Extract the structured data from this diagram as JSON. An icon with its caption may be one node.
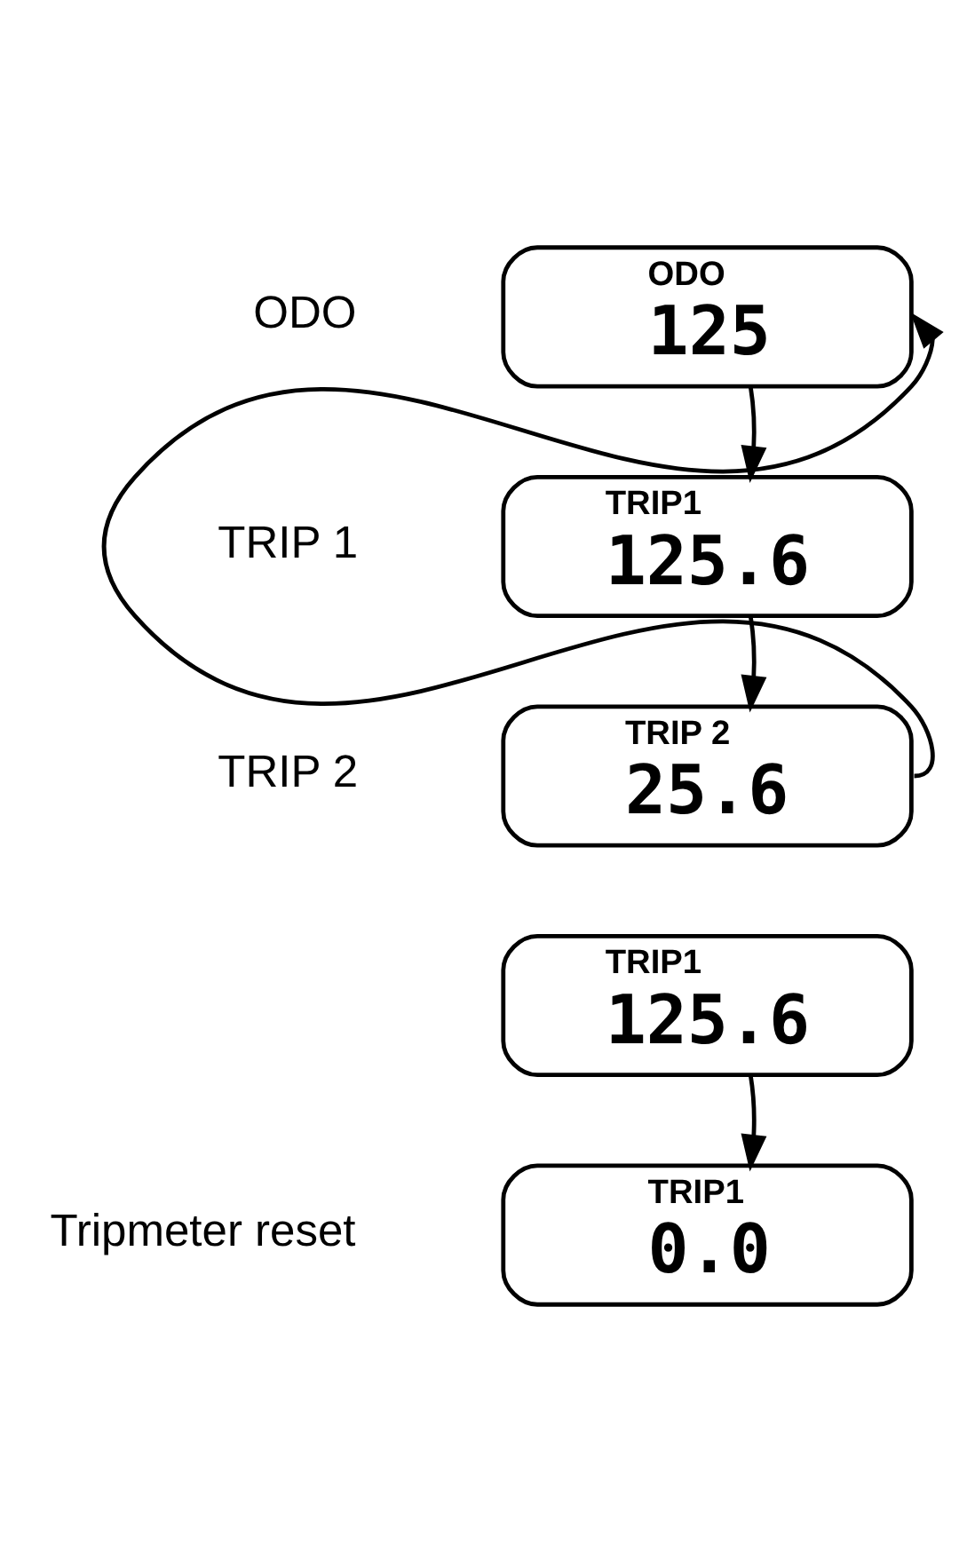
{
  "diagram": {
    "nodes": [
      {
        "text": [
          "ODO",
          "125"
        ],
        "beside": [
          "ODO"
        ]
      },
      {
        "text": [
          "TRIP1",
          "125.6"
        ],
        "beside": [
          "TRIP 1"
        ]
      },
      {
        "text": [
          "TRIP 2",
          "25.6"
        ],
        "beside": [
          "TRIP 2"
        ]
      },
      {
        "text": [
          "TRIP1",
          "125.6"
        ]
      },
      {
        "text": [
          "TRIP1",
          "0.0"
        ]
      }
    ],
    "edges": [
      {
        "from": 0,
        "to": 1,
        "arrow": "to"
      },
      {
        "from": 1,
        "to": 2,
        "arrow": "to"
      },
      {
        "from": 2,
        "to": 0,
        "arrow": "to"
      },
      {
        "from": 3,
        "to": 4,
        "arrow": "to"
      }
    ],
    "labels": [
      "Tripmeter reset"
    ]
  }
}
